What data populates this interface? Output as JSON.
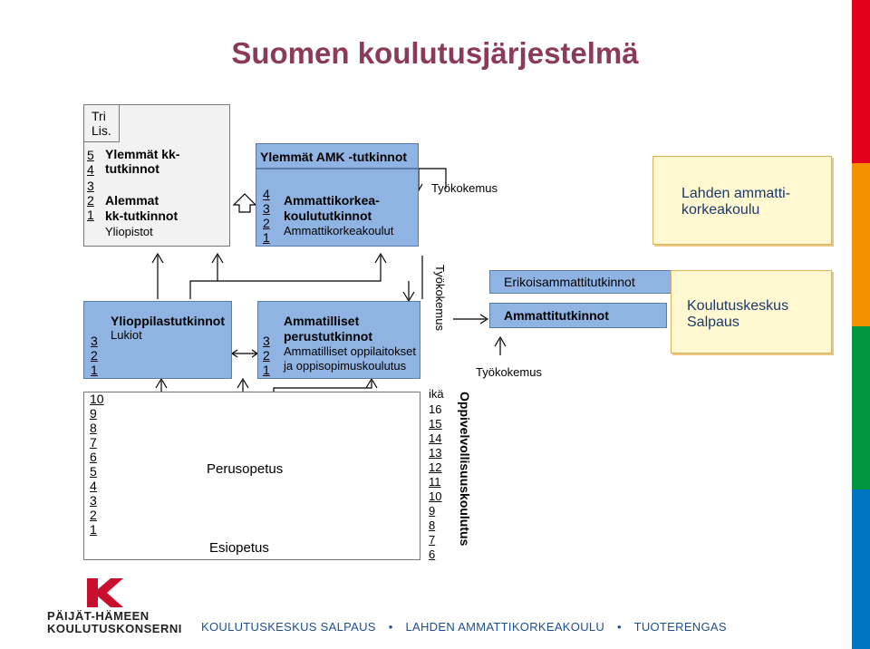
{
  "title": "Suomen koulutusjärjestelmä",
  "university": {
    "tri": "Tri",
    "lis": "Lis.",
    "upper_nums": [
      "5",
      "4"
    ],
    "upper": "Ylemmät kk-tutkinnot",
    "lower_nums": [
      "3",
      "2",
      "1"
    ],
    "lower_line1": "Alemmat",
    "lower_line2": "kk-tutkinnot",
    "institution": "Yliopistot"
  },
  "amk": {
    "upper": "Ylemmät  AMK -tutkinnot",
    "nums": [
      "4",
      "3",
      "2",
      "1"
    ],
    "line1": "Ammattikorkea-",
    "line2": "koulututkinnot",
    "institution": "Ammattikorkeakoulut"
  },
  "work_experience": "Työkokemus",
  "lahden_amk": "Lahden ammatti- korkeakoulu",
  "lukio": {
    "nums": [
      "3",
      "2",
      "1"
    ],
    "degree": "Ylioppilastutkinnot",
    "institution": "Lukiot"
  },
  "vocational": {
    "nums": [
      "3",
      "2",
      "1"
    ],
    "line1": "Ammatilliset",
    "line2": "perustutkinnot",
    "inst1": "Ammatilliset oppilaitokset",
    "inst2": "ja oppisopimuskoulutus"
  },
  "specialist": "Erikoisammattitutkinnot",
  "vocational_qual": "Ammattitutkinnot",
  "salpaus": "Koulutuskeskus Salpaus",
  "basic": {
    "grades": [
      "10",
      "9",
      "8",
      "7",
      "6",
      "5",
      "4",
      "3",
      "2",
      "1"
    ],
    "label": "Perusopetus",
    "pre": "Esiopetus"
  },
  "age": {
    "label": "ikä",
    "values": [
      "16",
      "15",
      "14",
      "13",
      "12",
      "11",
      "10",
      "9",
      "8",
      "7",
      "6"
    ]
  },
  "compulsory": "Oppivelvollisuuskoulutus",
  "logo": {
    "line1": "PÄIJÄT-HÄMEEN",
    "line2": "KOULUTUSKONSERNI"
  },
  "footer": {
    "items": [
      "KOULUTUSKESKUS SALPAUS",
      "LAHDEN AMMATTIKORKEAKOULU",
      "TUOTERENGAS"
    ],
    "separator": "•"
  },
  "colors": {
    "title": "#8b3a5a",
    "box_blue": "#8fb4e3",
    "box_yellow": "#fff8d0",
    "stripe": [
      "#e2001a",
      "#f39200",
      "#009640",
      "#0075bf"
    ]
  }
}
